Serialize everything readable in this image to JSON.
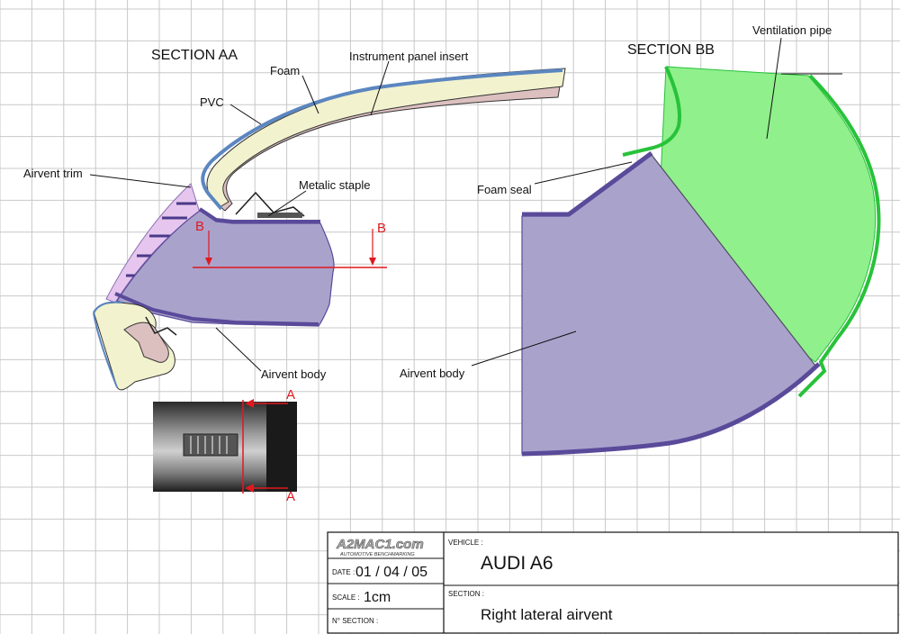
{
  "sections": {
    "aa_title": "SECTION AA",
    "bb_title": "SECTION BB"
  },
  "labels": {
    "foam": "Foam",
    "instrument_panel_insert": "Instrument panel insert",
    "pvc": "PVC",
    "airvent_trim": "Airvent trim",
    "metalic_staple": "Metalic staple",
    "airvent_body_aa": "Airvent body",
    "airvent_body_bb": "Airvent body",
    "ventilation_pipe": "Ventilation pipe",
    "foam_seal": "Foam seal"
  },
  "cut_markers": {
    "b_left": "B",
    "b_right": "B",
    "a_top": "A",
    "a_bottom": "A"
  },
  "title_block": {
    "logo": "A2MAC1.com",
    "logo_sub": "AUTOMOTIVE BENCHMARKING",
    "date_label": "DATE :",
    "date_value": "01 / 04 / 05",
    "scale_label": "SCALE :",
    "scale_value": "1cm",
    "section_no_label": "N° SECTION :",
    "vehicle_label": "VEHICLE :",
    "vehicle_value": "AUDI A6",
    "section_label": "SECTION :",
    "section_value": "Right lateral airvent"
  },
  "colors": {
    "grid": "#c8c8c8",
    "airvent_body": "#a9a3cc",
    "airvent_edge": "#5a4a9a",
    "ventilation_pipe": "#90f08c",
    "pipe_edge": "#28c23a",
    "foam": "#f2f2cf",
    "insert": "#dcc0c0",
    "pvc": "#5b86c0",
    "trim": "#e6c6ee",
    "cut_line": "#e0191f"
  },
  "icons": {
    "photo": "dashboard-airvent-photo"
  }
}
